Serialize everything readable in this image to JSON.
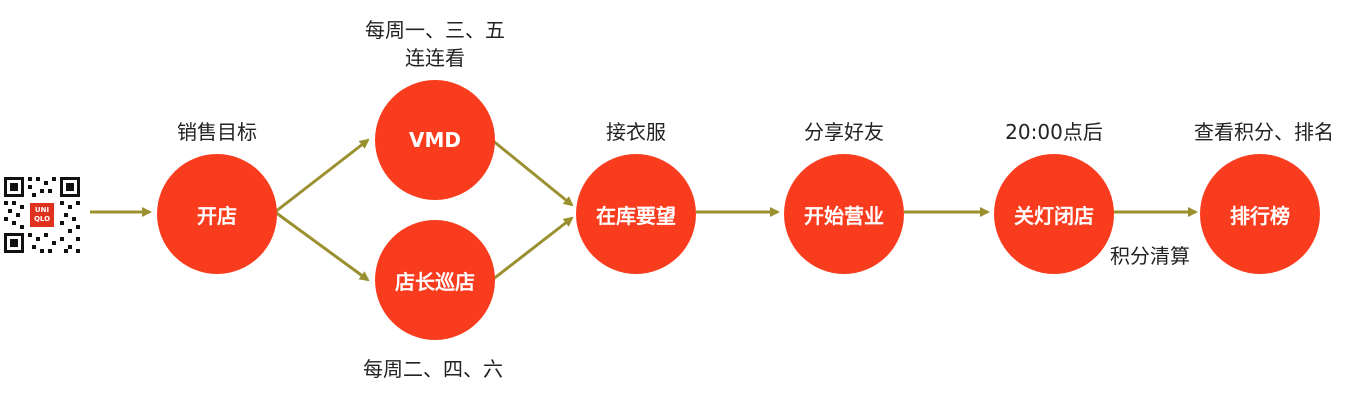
{
  "colors": {
    "node_fill": "#fa3c1e",
    "arrow": "#9b9030",
    "text": "#222222"
  },
  "qr": {
    "logo_line1": "UNI",
    "logo_line2": "QLO"
  },
  "nodes": {
    "open_store": {
      "label": "开店",
      "caption": "销售目标"
    },
    "vmd": {
      "label": "VMD",
      "caption_line1": "每周一、三、五",
      "caption_line2": "连连看"
    },
    "patrol": {
      "label": "店长巡店",
      "caption": "每周二、四、六"
    },
    "in_stock": {
      "label": "在库要望",
      "caption": "接衣服"
    },
    "open_business": {
      "label": "开始营业",
      "caption": "分享好友"
    },
    "lights_off": {
      "label": "关灯闭店",
      "caption": "20:00点后",
      "caption_below": "积分清算"
    },
    "ranking": {
      "label": "排行榜",
      "caption": "查看积分、排名"
    }
  }
}
